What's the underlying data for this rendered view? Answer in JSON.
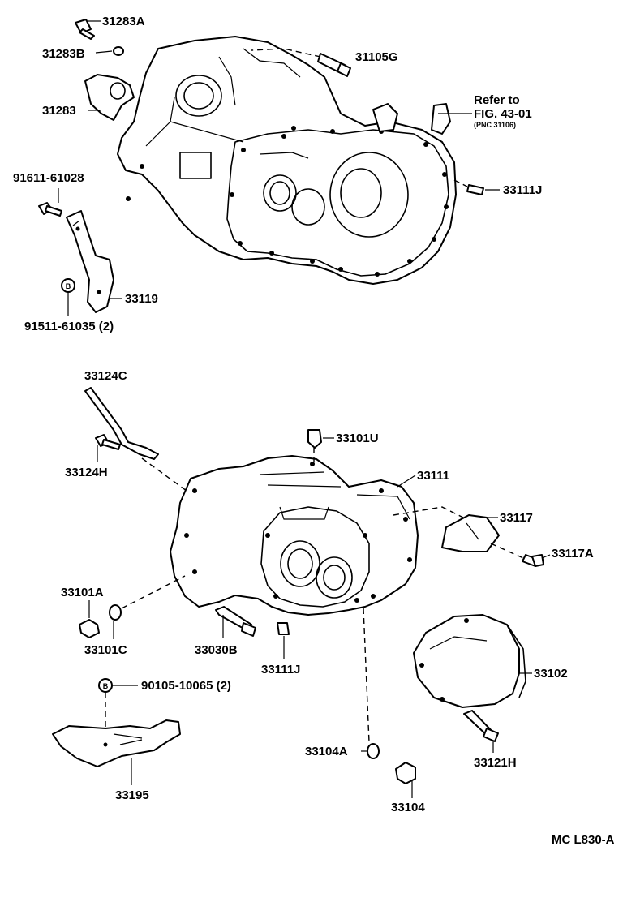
{
  "labels": {
    "p31283A": "31283A",
    "p31283B": "31283B",
    "p31283": "31283",
    "p31105G": "31105G",
    "refer_line1": "Refer to",
    "refer_line2": "FIG. 43-01",
    "refer_line3": "(PNC 31106)",
    "p33111J_top": "33111J",
    "p91611": "91611-61028",
    "p33119": "33119",
    "p91511": "91511-61035 (2)",
    "p33124C": "33124C",
    "p33124H": "33124H",
    "p33101U": "33101U",
    "p33111": "33111",
    "p33117": "33117",
    "p33117A": "33117A",
    "p33101A": "33101A",
    "p33101C": "33101C",
    "p33030B": "33030B",
    "p33111J_bot": "33111J",
    "p33102": "33102",
    "p90105": "90105-10065 (2)",
    "p33104A": "33104A",
    "p33121H": "33121H",
    "p33195": "33195",
    "p33104": "33104",
    "footer_code": "MC L830-A",
    "b_marker_1": "B",
    "b_marker_2": "B"
  }
}
